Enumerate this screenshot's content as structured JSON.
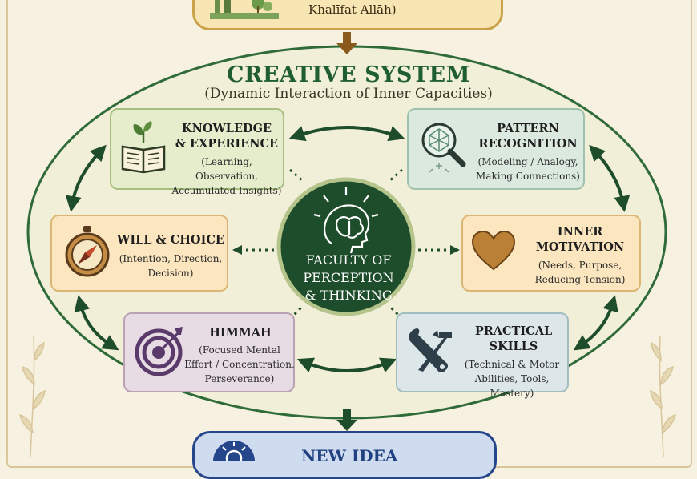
{
  "top_box": {
    "subtitle": "Khalīfat Allāh)"
  },
  "creative_system": {
    "title": "CREATIVE SYSTEM",
    "subtitle": "(Dynamic Interaction of Inner Capacities)"
  },
  "center": {
    "line1": "FACULTY OF",
    "line2": "PERCEPTION",
    "line3": "& THINKING"
  },
  "cards": {
    "knowledge": {
      "title1": "KNOWLEDGE",
      "title2": "& EXPERIENCE",
      "d1": "(Learning, Observation,",
      "d2": "Accumulated Insights)"
    },
    "pattern": {
      "title1": "PATTERN",
      "title2": "RECOGNITION",
      "d1": "(Modeling / Analogy,",
      "d2": "Making Connections)"
    },
    "will": {
      "title1": "WILL & CHOICE",
      "d1": "(Intention, Direction,",
      "d2": "Decision)"
    },
    "motivation": {
      "title1": "INNER",
      "title2": "MOTIVATION",
      "d1": "(Needs, Purpose,",
      "d2": "Reducing Tension)"
    },
    "himmah": {
      "title1": "HIMMAH",
      "d1": "(Focused Mental",
      "d2": "Effort / Concentration,",
      "d3": "Perseverance)"
    },
    "skills": {
      "title1": "PRACTICAL",
      "title2": "SKILLS",
      "d1": "(Technical & Motor",
      "d2": "Abilities, Tools, Mastery)"
    }
  },
  "new_idea": {
    "title": "NEW IDEA"
  },
  "colors": {
    "dark_green": "#1e4d2b",
    "accent_green": "#1f5e2f",
    "gold_border": "#c9a24a",
    "navy": "#25468a",
    "arrow_brown": "#8a5a1c"
  }
}
